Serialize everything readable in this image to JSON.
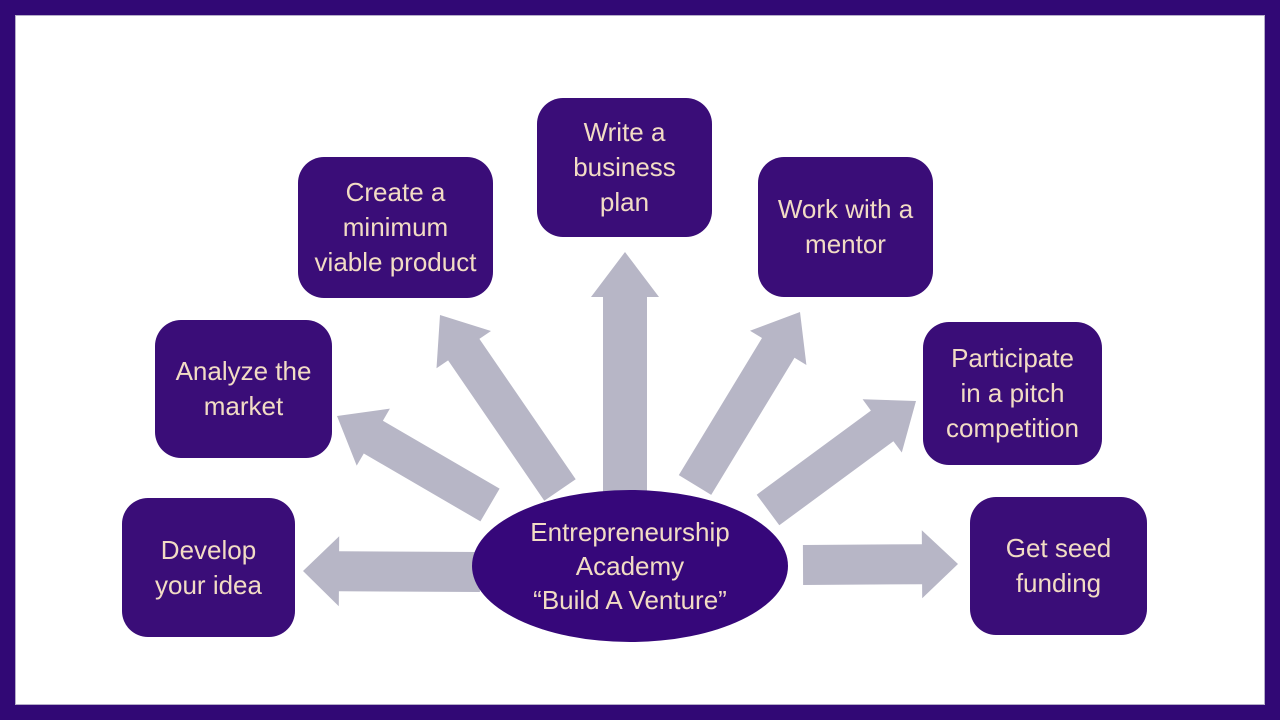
{
  "diagram": {
    "center": {
      "label": "Entrepreneurship\nAcademy\n“Build A Venture”"
    },
    "nodes": [
      {
        "id": "develop-your-idea",
        "label": "Develop\nyour idea"
      },
      {
        "id": "analyze-the-market",
        "label": "Analyze the\nmarket"
      },
      {
        "id": "create-minimum-viable-product",
        "label": "Create a\nminimum\nviable product"
      },
      {
        "id": "write-business-plan",
        "label": "Write a\nbusiness\nplan"
      },
      {
        "id": "work-with-mentor",
        "label": "Work with a\nmentor"
      },
      {
        "id": "participate-pitch-competition",
        "label": "Participate\nin a pitch\ncompetition"
      },
      {
        "id": "get-seed-funding",
        "label": "Get seed\nfunding"
      }
    ]
  },
  "colors": {
    "background": "#ffffff",
    "frame": "#310875",
    "hairline": "#b5adc9",
    "box": "#3a0d78",
    "ellipse": "#36077a",
    "arrow": "#b7b6c6",
    "text": "#f2dcc4"
  }
}
